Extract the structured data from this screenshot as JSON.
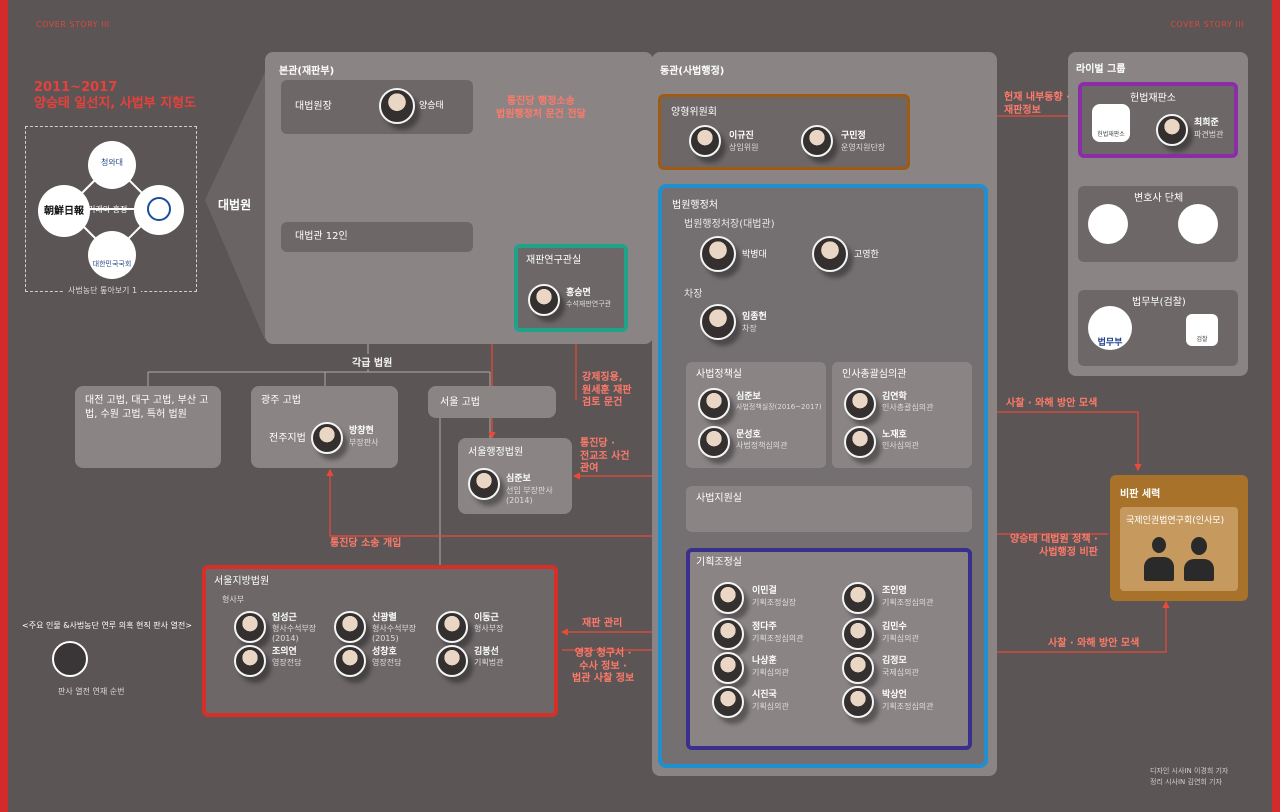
{
  "corners": {
    "top_left": "COVER STORY III",
    "top_right": "COVER STORY III"
  },
  "title": {
    "line1": "2011~2017",
    "line2": "양승태 일선지, 사법부 지형도"
  },
  "intro": {
    "chosun": "朝鮮日報",
    "bluehouse": "청와대",
    "assembly": "대한민국국회",
    "deal": "거래와 흥정",
    "caption": "사법농단 톺아보기 1"
  },
  "supreme_court_label": "대법원",
  "honkwan": {
    "title": "본관(재판부)",
    "chief_label": "대법원장",
    "chief_name": "양승태",
    "justices_label": "대법관 12인"
  },
  "donggwan_title": "동관(사법행정)",
  "sentencing": {
    "title": "양형위원회",
    "p1_name": "이규진",
    "p1_role": "상임위원",
    "p2_name": "구민정",
    "p2_role": "운영지원단장"
  },
  "admin": {
    "title": "법원행정처",
    "chief_label": "법원행정처장(대법관)",
    "chief1": "박병대",
    "chief2": "고영한",
    "deputy_label": "차장",
    "deputy_name": "임종헌",
    "deputy_role": "차장",
    "policy": {
      "title": "사법정책실",
      "p1_name": "심준보",
      "p1_role": "사법정책실장(2016~2017)",
      "p2_name": "문성호",
      "p2_role": "사법정책심의관"
    },
    "hr": {
      "title": "인사총괄심의관",
      "p1_name": "김연학",
      "p1_role": "인사총괄심의관",
      "p2_name": "노재호",
      "p2_role": "인사심의관"
    },
    "support_title": "사법지원실",
    "planning": {
      "title": "기획조정실",
      "people": [
        {
          "name": "이민걸",
          "role": "기획조정실장"
        },
        {
          "name": "조인영",
          "role": "기획조정심의관"
        },
        {
          "name": "정다주",
          "role": "기획조정심의관"
        },
        {
          "name": "김민수",
          "role": "기획심의관"
        },
        {
          "name": "나상훈",
          "role": "기획심의관"
        },
        {
          "name": "김정모",
          "role": "국제심의관"
        },
        {
          "name": "시진국",
          "role": "기획심의관"
        },
        {
          "name": "박상언",
          "role": "기획조정심의관"
        }
      ]
    }
  },
  "research": {
    "title": "재판연구관실",
    "name": "홍승면",
    "role": "수석재판연구관"
  },
  "courts_label": "각급 법원",
  "high_courts": "대전 고법, 대구 고법, 부산 고법, 수원 고법, 특허 법원",
  "gwangju": {
    "title": "광주 고법",
    "court": "전주지법",
    "name": "방창현",
    "role": "부장판사"
  },
  "seoul_high": "서울 고법",
  "seoul_admin": {
    "title": "서울행정법원",
    "name": "심준보",
    "role1": "선임 부장판사",
    "role2": "(2014)"
  },
  "seoul_district": {
    "title": "서울지방법원",
    "sub": "형사부",
    "people": [
      {
        "name": "임성근",
        "role": "형사수석부장",
        "role2": "(2014)"
      },
      {
        "name": "신광렬",
        "role": "형사수석부장",
        "role2": "(2015)"
      },
      {
        "name": "이동근",
        "role": "형사부장",
        "role2": ""
      },
      {
        "name": "조의연",
        "role": "영장전담",
        "role2": ""
      },
      {
        "name": "성창호",
        "role": "영장전담",
        "role2": ""
      },
      {
        "name": "김봉선",
        "role": "기획법관",
        "role2": ""
      }
    ]
  },
  "legend": {
    "title": "<주요 인물 &사법농단 연루 의혹 현직 판사 열전>",
    "note": "판사 열전 연재 순번"
  },
  "rival": {
    "title": "라이벌 그룹",
    "constitutional": {
      "title": "헌법재판소",
      "seal": "헌법재판소",
      "name": "최희준",
      "role": "파견법관"
    },
    "lawyers": "변호사 단체",
    "ministry": "법무부(검찰)",
    "ministry_seal": "법무부",
    "prosecution_seal": "검찰"
  },
  "critics": {
    "title": "비판 세력",
    "group": "국제인권법연구회(인사모)"
  },
  "arrows": {
    "a1": "통진당 행정소송\n법원행정처 문건 전달",
    "a2": "헌재 내부동향 ·\n재판정보",
    "a3": "강제징용,\n원세훈 재판\n검토 문건",
    "a4": "통진당 ·\n전교조 사건\n관여",
    "a5": "통진당 소송 개입",
    "a6": "사찰 · 와해 방안 모색",
    "a7": "양승태 대법원 정책 ·\n사법행정 비판",
    "a8": "재판 관리",
    "a9": "영장 청구서 ·\n수사 정보 ·\n법관 사찰 정보",
    "a10": "사찰 · 와해 방안 모색"
  },
  "credits": {
    "line1": "디자인 시사IN 이경희 기자",
    "line2": "정리 시사IN 김연희 기자"
  }
}
